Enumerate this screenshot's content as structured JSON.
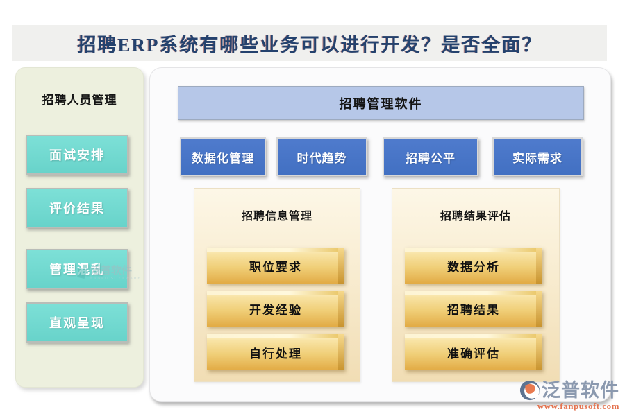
{
  "page": {
    "title": "招聘ERP系统有哪些业务可以进行开发？是否全面？"
  },
  "sidebar": {
    "title": "招聘人员管理",
    "items": [
      {
        "label": "面试安排"
      },
      {
        "label": "评价结果"
      },
      {
        "label": "管理混乱"
      },
      {
        "label": "直观呈现"
      }
    ],
    "watermark": {
      "brand": "泛普软件",
      "sub": "FANPU SOFTWARE"
    }
  },
  "main": {
    "header": "招聘管理软件",
    "feature_buttons": [
      {
        "label": "数据化管理"
      },
      {
        "label": "时代趋势"
      },
      {
        "label": "招聘公平"
      },
      {
        "label": "实际需求"
      }
    ],
    "panels": [
      {
        "title": "招聘信息管理",
        "items": [
          {
            "label": "职位要求"
          },
          {
            "label": "开发经验"
          },
          {
            "label": "自行处理"
          }
        ]
      },
      {
        "title": "招聘结果评估",
        "items": [
          {
            "label": "数据分析"
          },
          {
            "label": "招聘结果"
          },
          {
            "label": "准确评估"
          }
        ]
      }
    ]
  },
  "footer": {
    "brand": "泛普软件",
    "url": "www.fanpusoft.com"
  },
  "colors": {
    "title_text": "#24426e",
    "header_bar": "#b4c6e7",
    "primary_blue": "#4472c4",
    "teal": "#6fd7ce",
    "gold": "#e8b954",
    "sidebar_bg": "#edf0de",
    "panel_cream": "#f8ecd0",
    "brand_gray": "#8b99af",
    "brand_orange": "#e4724e"
  }
}
